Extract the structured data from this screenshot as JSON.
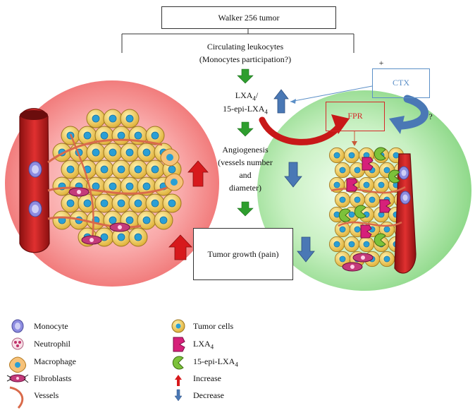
{
  "title_box": "Walker 256 tumor",
  "flow": {
    "leukocytes_line1": "Circulating leukocytes",
    "leukocytes_line2": "(Monocytes participation?)",
    "lxa_line1": "LXA",
    "lxa_line1_sub": "4",
    "lxa_line1_tail": "/",
    "lxa_line2": "15-epi-LXA",
    "lxa_line2_sub": "4",
    "angio_line1": "Angiogenesis",
    "angio_line2": "(vessels number",
    "angio_line3": "and",
    "angio_line4": "diameter)",
    "tumor_growth": "Tumor growth (pain)"
  },
  "receptors": {
    "ctx": "CTX",
    "fpr": "FPR",
    "plus": "+",
    "question": "?"
  },
  "legend_left": [
    {
      "icon": "monocyte-icon",
      "label": "Monocyte"
    },
    {
      "icon": "neutrophil-icon",
      "label": "Neutrophil"
    },
    {
      "icon": "macrophage-icon",
      "label": "Macrophage"
    },
    {
      "icon": "fibroblast-icon",
      "label": "Fibroblasts"
    },
    {
      "icon": "vessel-icon",
      "label": "Vessels"
    }
  ],
  "legend_right": [
    {
      "icon": "tumor-cell-icon",
      "label": "Tumor cells"
    },
    {
      "icon": "lxa4-icon",
      "label": "LXA",
      "sub": "4"
    },
    {
      "icon": "epi-lxa4-icon",
      "label": "15-epi-LXA",
      "sub": "4"
    },
    {
      "icon": "increase-arrow-icon",
      "label": "Increase"
    },
    {
      "icon": "decrease-arrow-icon",
      "label": "Decrease"
    }
  ],
  "colors": {
    "increase": "#d7191c",
    "decrease": "#4a78b5",
    "flow_arrow": "#2e9e2e",
    "ctx": "#5b8fc7",
    "fpr": "#d62728",
    "left_circle": "#f27f7f",
    "right_circle": "#9fe09f"
  }
}
